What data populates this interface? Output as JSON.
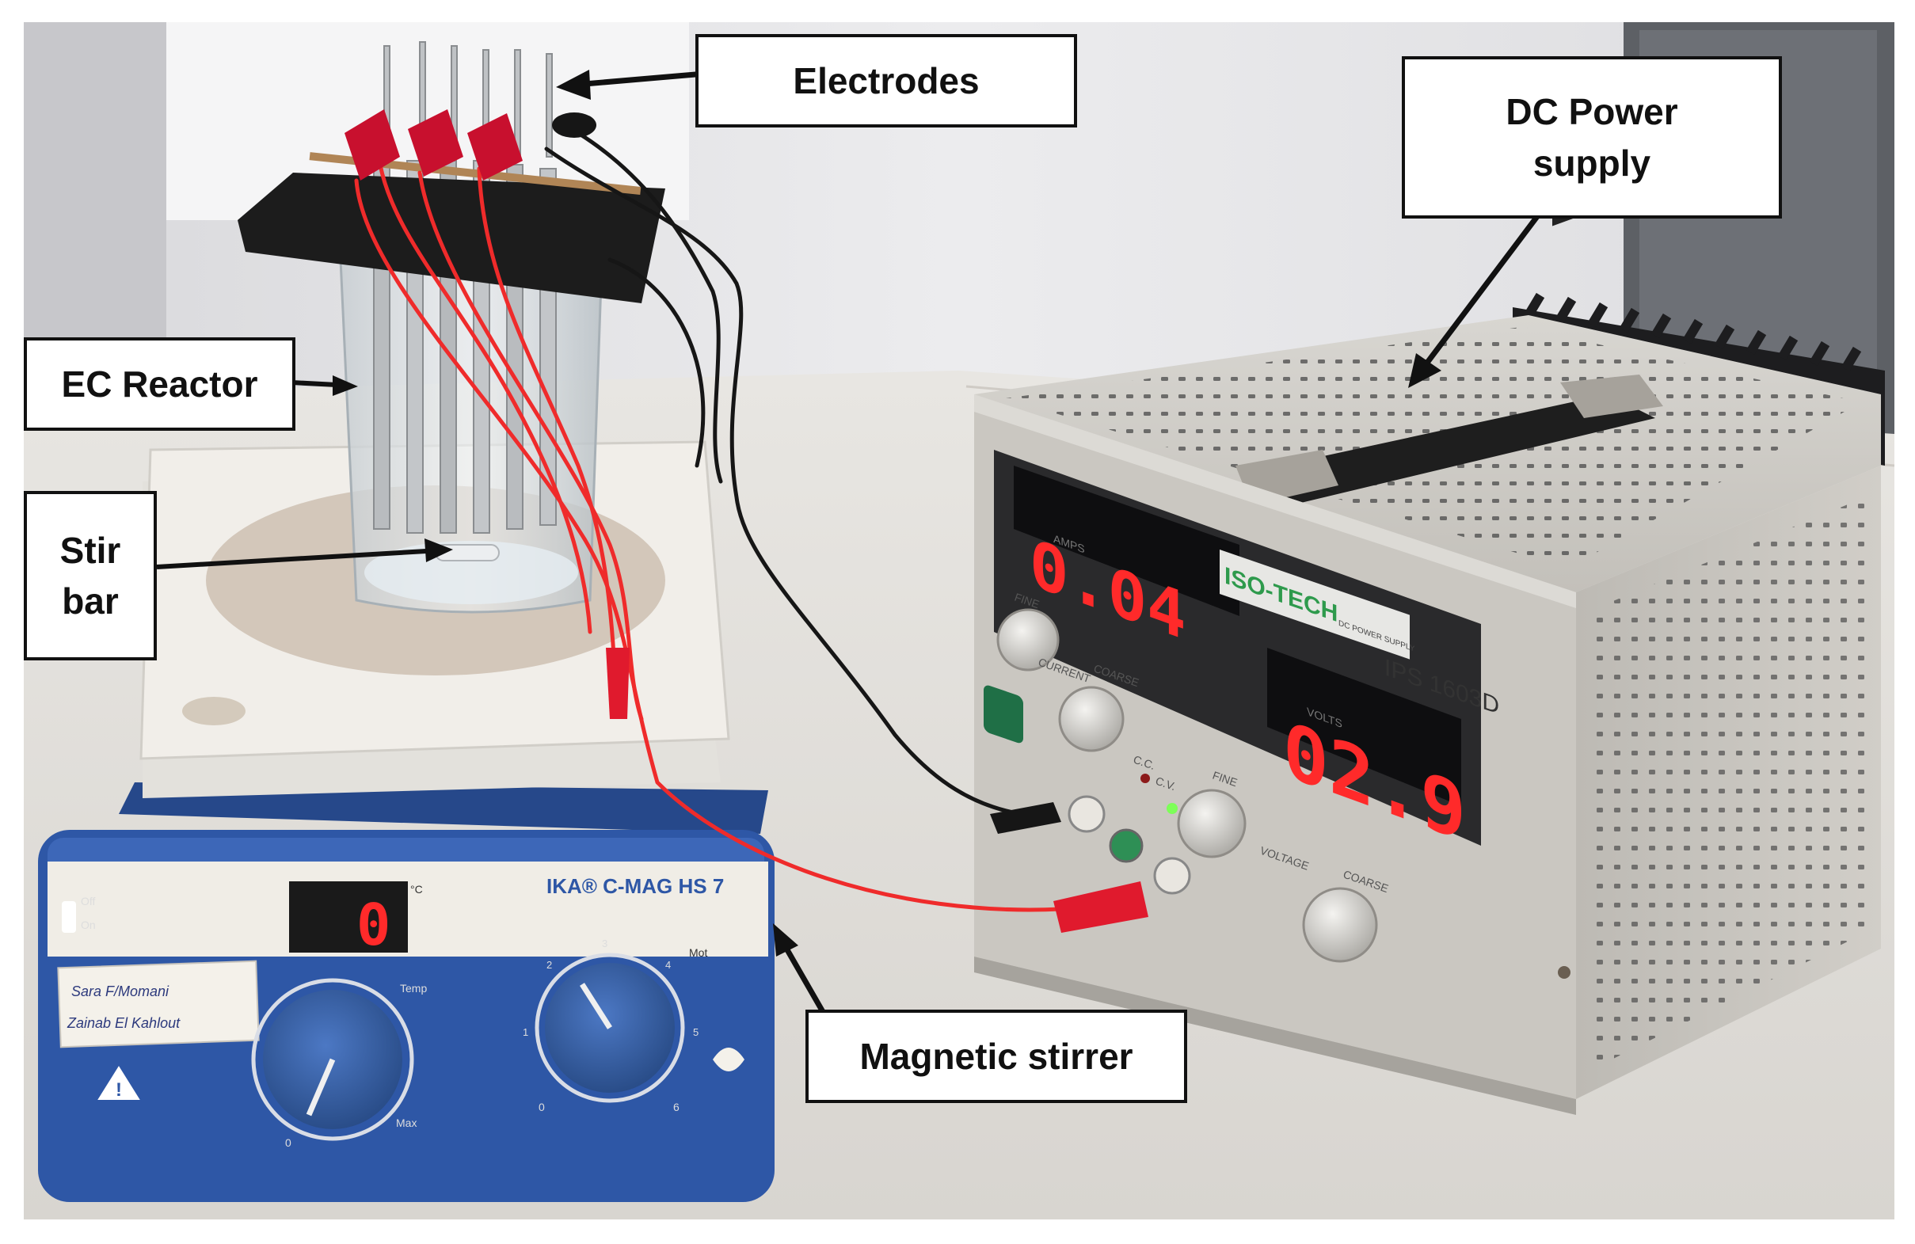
{
  "labels": {
    "electrodes": "Electrodes",
    "power_supply": "DC Power\nsupply",
    "reactor": "EC Reactor",
    "stir_bar": "Stir\nbar",
    "stirrer": "Magnetic stirrer"
  },
  "power_supply": {
    "brand": "ISO-TECH",
    "subtitle": "DC POWER SUPPLY",
    "model": "IPS 1603D",
    "amps_display": "0.04",
    "amps_label": "AMPS",
    "volts_display": "02.9",
    "volts_label": "VOLTS",
    "knob_fine_top": "FINE",
    "knob_current": "CURRENT",
    "knob_coarse_current": "COARSE",
    "cc_label": "C.C.",
    "cv_label": "C.V.",
    "knob_fine_voltage": "FINE",
    "voltage_label": "VOLTAGE",
    "knob_coarse_voltage": "COARSE"
  },
  "stirrer": {
    "brand": "IKA® C-MAG HS 7",
    "display_value": "0",
    "display_unit": "°C",
    "off_label": "Off",
    "on_label": "On",
    "temp_label": "Temp",
    "mot_label": "Mot",
    "temp_min": "0",
    "temp_max": "Max",
    "mot_min": "0",
    "mot_max": "6",
    "mot_ticks": [
      "1",
      "2",
      "3",
      "4",
      "5"
    ],
    "handwritten_line1": "Sara F/Momani",
    "handwritten_line2": "Zainab El Kahlout"
  },
  "colors": {
    "bench": "#e6e3df",
    "wall": "#e9e9ec",
    "stirrer_blue": "#2e57a6",
    "plate_white": "#f1eee9",
    "psu_grey": "#c9c6c0",
    "display_red": "#ff2a2a",
    "wire_red": "#ef2b2b",
    "wire_black": "#161616"
  }
}
